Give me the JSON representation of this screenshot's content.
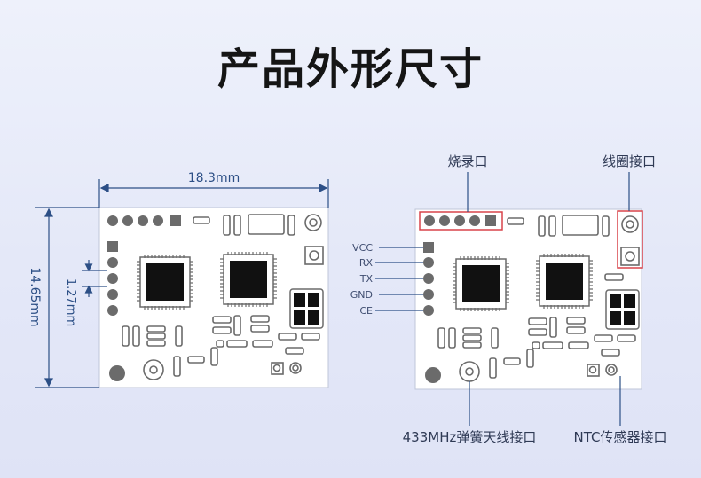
{
  "title": "产品外形尺寸",
  "left_board": {
    "width_label": "18.3mm",
    "height_label": "14.65mm",
    "pitch_label": "1.27mm"
  },
  "right_board": {
    "pins": [
      "VCC",
      "RX",
      "TX",
      "GND",
      "CE"
    ],
    "callouts": {
      "programming_port": "烧录口",
      "coil_port": "线圈接口",
      "antenna_port": "433MHz弹簧天线接口",
      "ntc_port": "NTC传感器接口"
    },
    "highlight_color": "#d9434a"
  },
  "colors": {
    "dimension_line": "#2c4f86",
    "board_fill": "#ffffff",
    "component": "#6b6b6b",
    "chip": "#111111"
  }
}
